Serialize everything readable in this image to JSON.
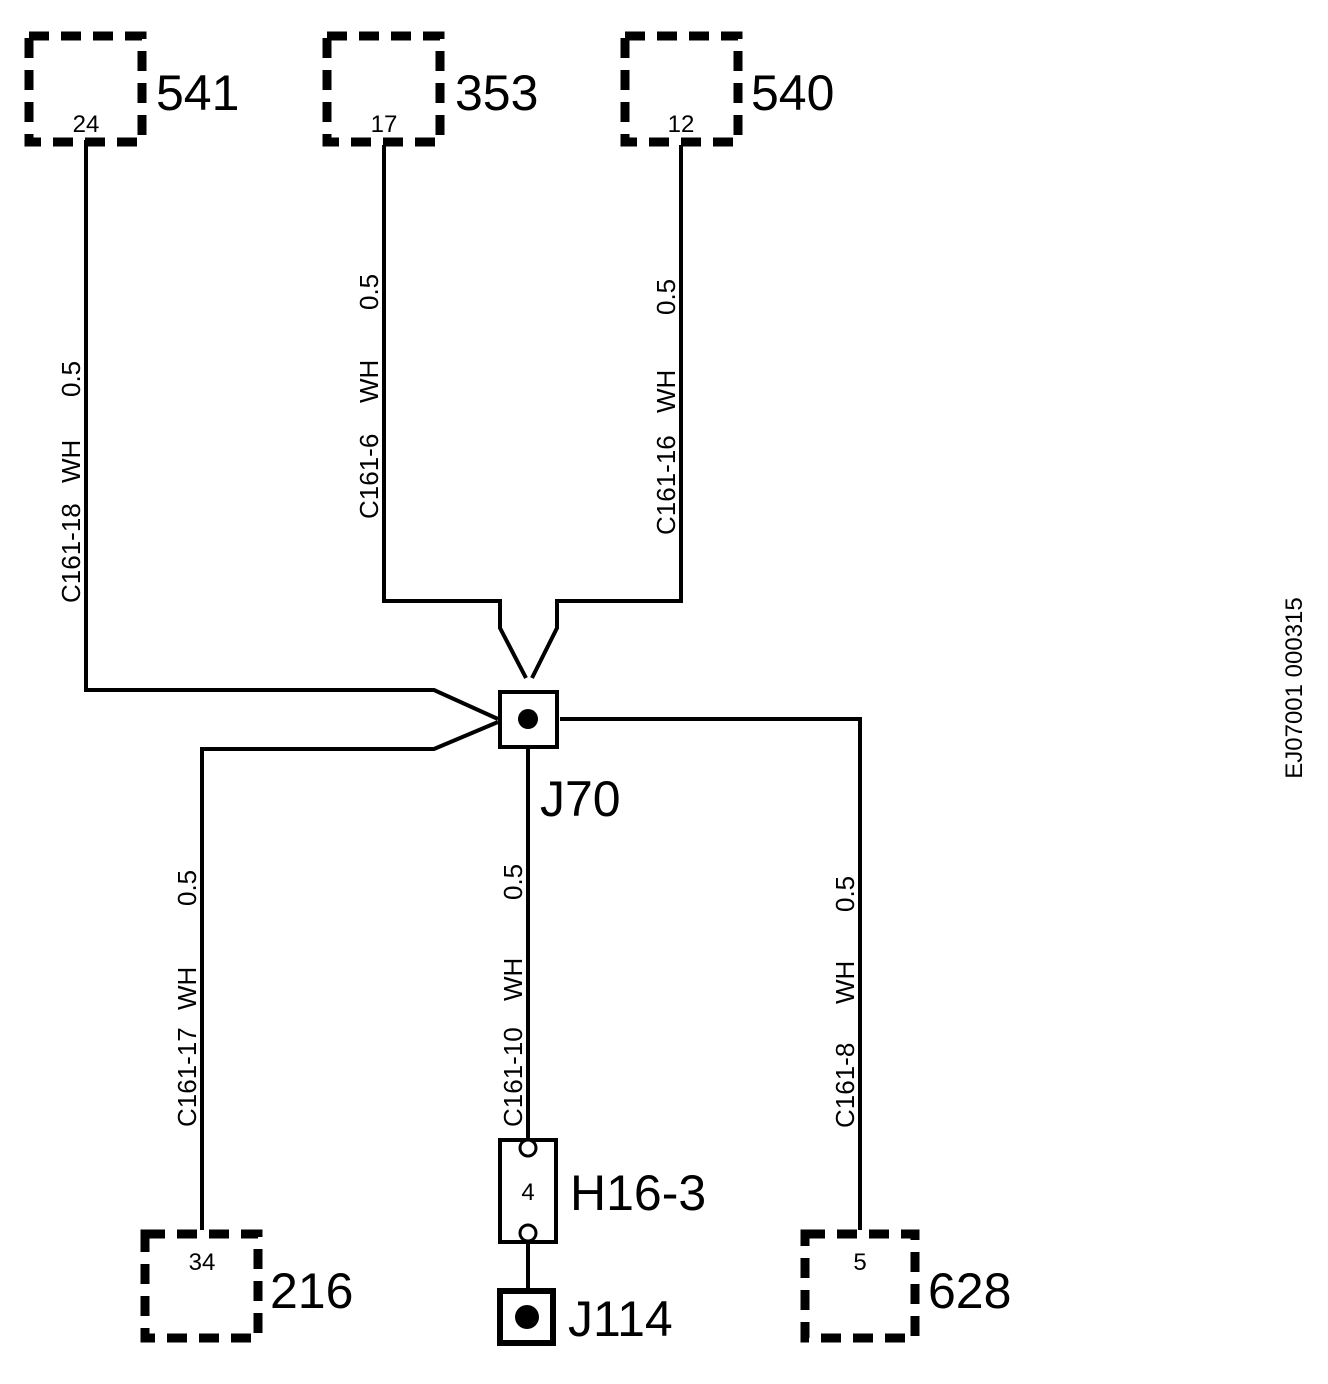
{
  "connectors": {
    "c541": {
      "id": "541",
      "pin": "24"
    },
    "c353": {
      "id": "353",
      "pin": "17"
    },
    "c540": {
      "id": "540",
      "pin": "12"
    },
    "c216": {
      "id": "216",
      "pin": "34"
    },
    "c628": {
      "id": "628",
      "pin": "5"
    }
  },
  "splice": {
    "id": "J70"
  },
  "inline": {
    "id": "H16-3",
    "pin": "4"
  },
  "ground": {
    "id": "J114"
  },
  "wires": {
    "w541": {
      "circuit": "C161-18",
      "color": "WH",
      "size": "0.5"
    },
    "w353": {
      "circuit": "C161-6",
      "color": "WH",
      "size": "0.5"
    },
    "w540": {
      "circuit": "C161-16",
      "color": "WH",
      "size": "0.5"
    },
    "w216": {
      "circuit": "C161-17",
      "color": "WH",
      "size": "0.5"
    },
    "wH16": {
      "circuit": "C161-10",
      "color": "WH",
      "size": "0.5"
    },
    "w628": {
      "circuit": "C161-8",
      "color": "WH",
      "size": "0.5"
    }
  },
  "figure_code": "EJ07001 000315"
}
